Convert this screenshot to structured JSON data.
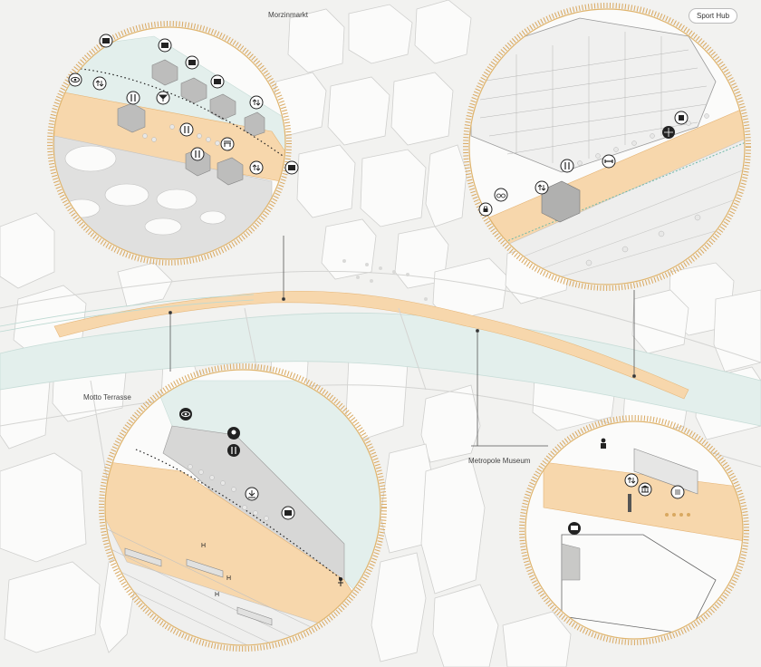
{
  "labels": {
    "morzinmarkt": "Morzinmarkt",
    "sport_hub": "Sport Hub",
    "motto_terrasse": "Motto Terrasse",
    "metropole_museum": "Metropole Museum"
  },
  "markers": {
    "train_h": "H"
  },
  "colors": {
    "background": "#f2f2f0",
    "building": "#fbfbfa",
    "building_edge": "#c9c9c7",
    "water": "#e3efec",
    "promenade": "#f7d7ac",
    "ring_accent": "#d9a860",
    "icon_dark": "#222222"
  },
  "icons": [
    "eye-icon",
    "shop-icon",
    "bar-icon",
    "restaurant-icon",
    "elevator-icon",
    "bench-icon",
    "bicycle-icon",
    "lock-icon",
    "fitness-icon",
    "basketball-icon",
    "shower-icon",
    "ice-cream-icon",
    "download-icon",
    "museum-icon",
    "info-board-icon",
    "person-icon",
    "tram-icon"
  ]
}
